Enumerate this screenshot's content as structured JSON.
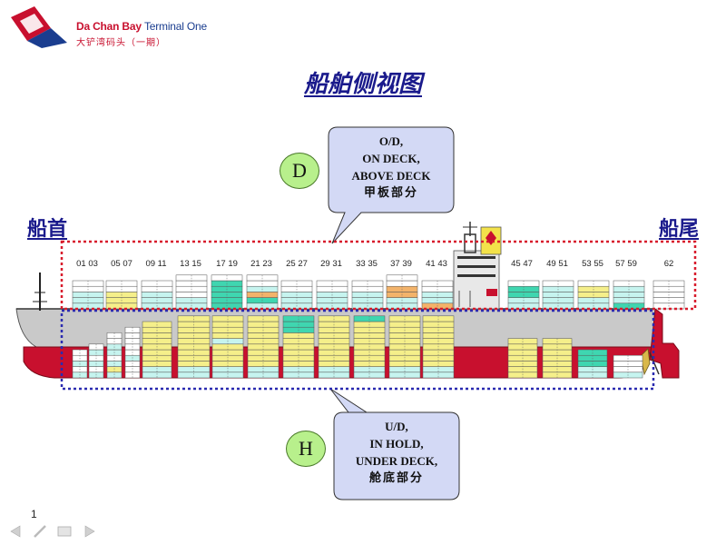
{
  "header": {
    "logo_name_bold": "Da Chan Bay",
    "logo_name_light": "Terminal One",
    "logo_name_cn": "大铲湾码头（一期）"
  },
  "title": "船舶侧视图",
  "labels": {
    "bow": "船首",
    "stern": "船尾"
  },
  "callouts": {
    "deck": {
      "badge": "D",
      "lines": [
        "O/D,",
        "ON DECK,",
        "ABOVE DECK",
        "甲板部分"
      ]
    },
    "hold": {
      "badge": "H",
      "lines": [
        "U/D,",
        "IN HOLD,",
        "UNDER DECK,",
        "舱底部分"
      ]
    }
  },
  "ship": {
    "bays": [
      "01 03",
      "05 07",
      "09 11",
      "13 15",
      "17 19",
      "21 23",
      "25 27",
      "29 31",
      "33 35",
      "37 39",
      "41 43",
      "45 47",
      "49 51",
      "53 55",
      "57 59",
      "62"
    ],
    "colors": {
      "hull_red": "#c8102e",
      "hull_grey": "#c9c9c9",
      "container_yellow": "#f5ef8a",
      "container_teal": "#3fd6b0",
      "container_cyan": "#c6f4ef",
      "container_white": "#ffffff",
      "container_orange": "#f3b36a",
      "deck_outline": "#d81b2c",
      "hold_outline": "#2b2bb0"
    }
  },
  "footer": {
    "page_number": "1"
  }
}
